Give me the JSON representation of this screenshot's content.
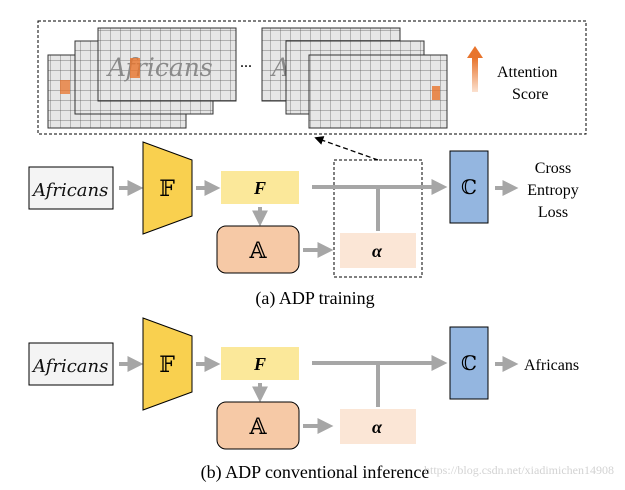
{
  "attention_panel": {
    "ellipsis": "...",
    "legend_label_line1": "Attention",
    "legend_label_line2": "Score",
    "handwriting_word": "Africans"
  },
  "modules": {
    "input_word": "Africans",
    "feature_extractor": "𝔽",
    "feature_map": "F",
    "attention_module": "𝔸",
    "alpha": "α",
    "classifier": "ℂ"
  },
  "training": {
    "output_line1": "Cross",
    "output_line2": "Entropy",
    "output_line3": "Loss",
    "caption": "(a) ADP training"
  },
  "inference": {
    "output": "Africans",
    "caption": "(b) ADP conventional inference"
  },
  "watermark": "https://blog.csdn.net/xiadimichen14908",
  "colors": {
    "feature_extractor": "#f9d04f",
    "feature_map": "#fbe89a",
    "attention_module": "#f6c9a6",
    "alpha_box": "#fbe6d6",
    "classifier": "#94b6e0",
    "arrow": "#a6a6a6",
    "attention_hot": "#e8742c"
  }
}
